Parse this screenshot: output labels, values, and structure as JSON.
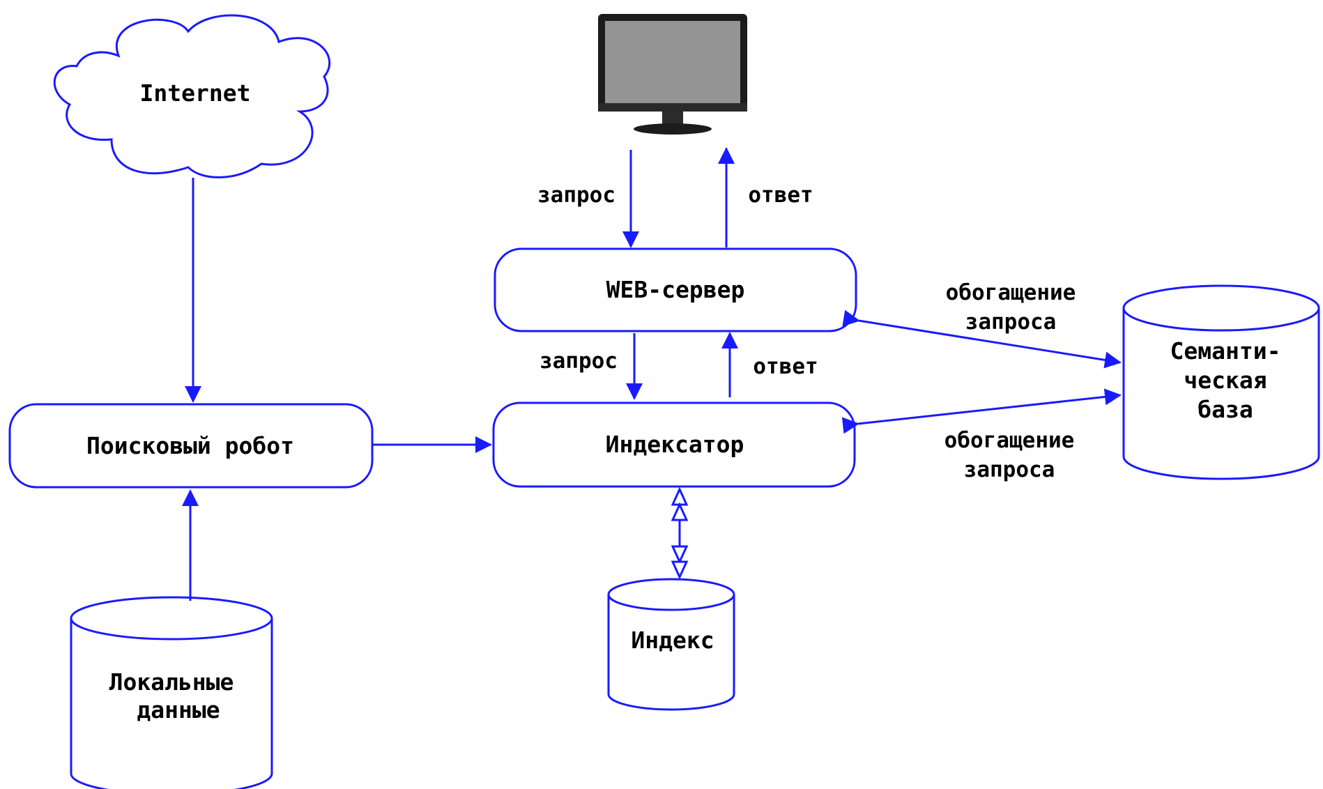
{
  "colors": {
    "line": "#1a1aff",
    "text": "#000000",
    "background": "#ffffff"
  },
  "nodes": {
    "internet": {
      "label": "Internet",
      "shape": "cloud"
    },
    "monitor": {
      "label": "",
      "shape": "monitor-icon"
    },
    "web_server": {
      "label": "WEB-сервер",
      "shape": "rounded-rect"
    },
    "crawler": {
      "label": "Поисковый робот",
      "shape": "rounded-rect"
    },
    "indexer": {
      "label": "Индексатор",
      "shape": "rounded-rect"
    },
    "index": {
      "label": "Индекс",
      "shape": "cylinder"
    },
    "local_data": {
      "lines": [
        "Локальные",
        "данные"
      ],
      "shape": "cylinder"
    },
    "semantic_base": {
      "lines": [
        "Семанти-",
        "ческая",
        "база"
      ],
      "shape": "cylinder"
    }
  },
  "edges": {
    "monitor_request": "запрос",
    "monitor_response": "ответ",
    "server_request": "запрос",
    "server_response": "ответ",
    "enrich_top": [
      "обогащение",
      "запроса"
    ],
    "enrich_bottom": [
      "обогащение",
      "запроса"
    ]
  }
}
